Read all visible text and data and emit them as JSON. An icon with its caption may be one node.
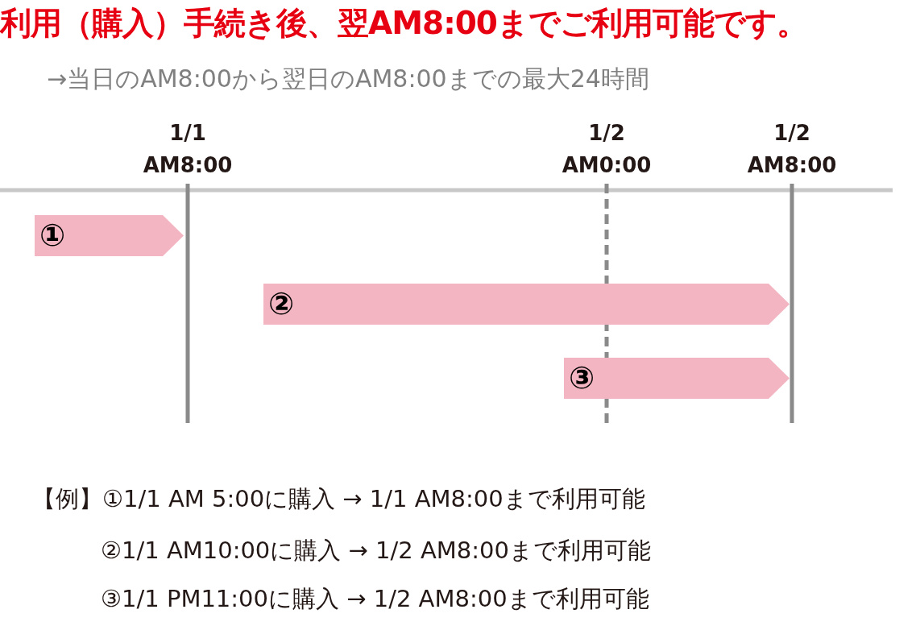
{
  "diagram": {
    "title": "利用（購入）手続き後、翌AM8:00までご利用可能です。",
    "nodes": [
      {
        "text": [
          "①"
        ]
      },
      {
        "text": [
          "②"
        ]
      },
      {
        "text": [
          "③"
        ]
      }
    ],
    "labels": [
      "→当日のAM8:00から翌日のAM8:00までの最大24時間",
      "1/1 AM8:00",
      "1/2 AM0:00",
      "1/2 AM8:00",
      "【例】①1/1 AM 5:00に購入 → 1/1 AM8:00まで利用可能",
      "②1/1 AM10:00に購入 → 1/2 AM8:00まで利用可能",
      "③1/1 PM11:00に購入 → 1/2 AM8:00まで利用可能"
    ]
  }
}
